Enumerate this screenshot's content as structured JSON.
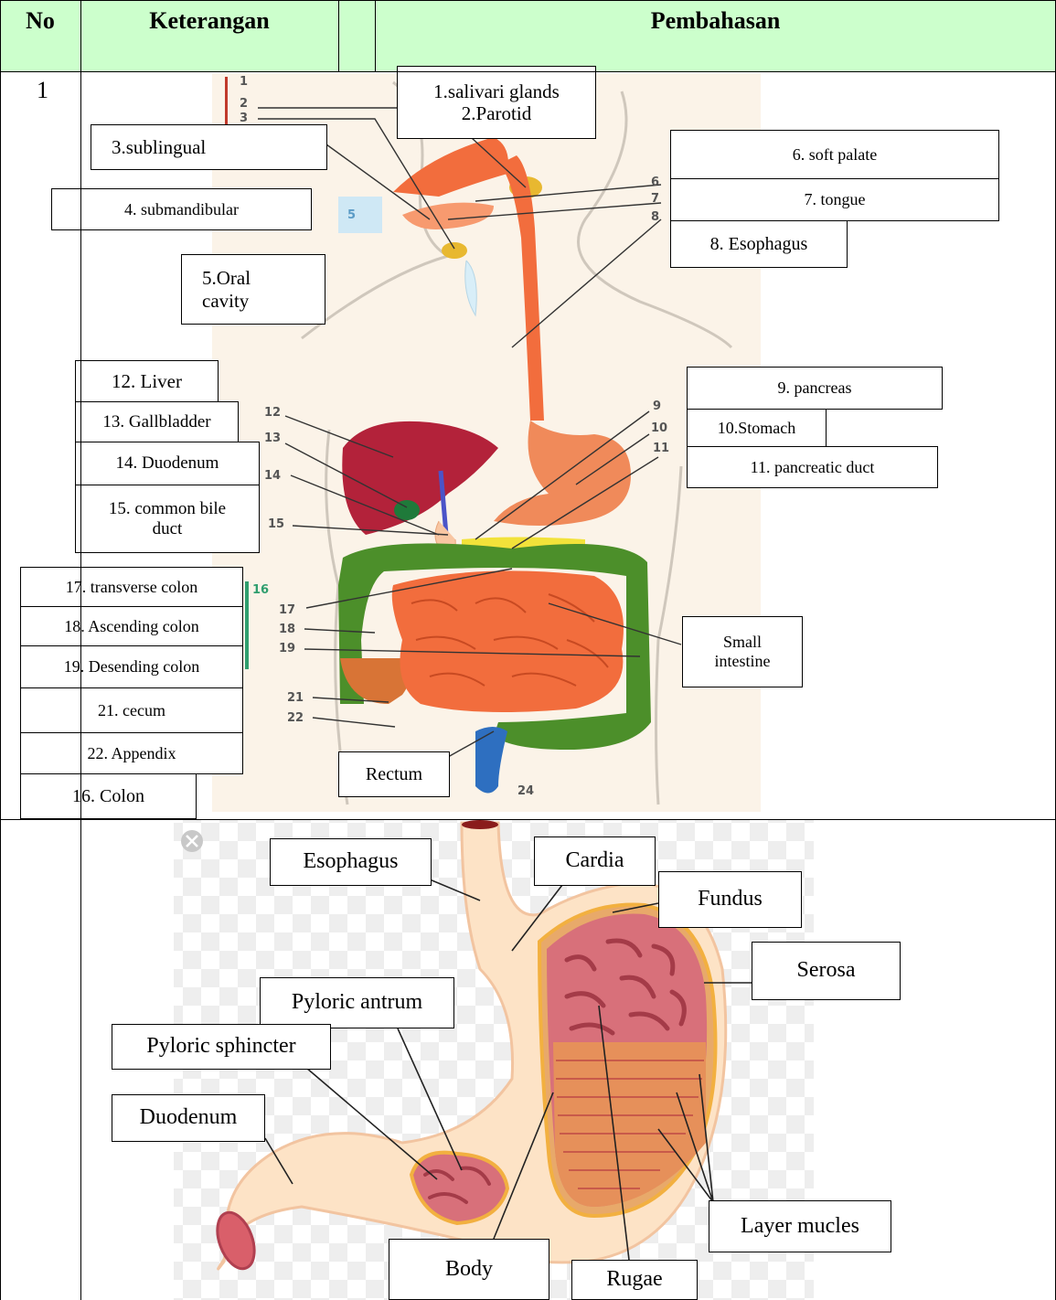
{
  "table": {
    "headers": {
      "no": "No",
      "keterangan": "Keterangan",
      "pembahasan": "Pembahasan"
    },
    "row_number": "1"
  },
  "figure1": {
    "labels": {
      "salivary": "1.salivari glands\n2.Parotid",
      "sublingual": "3.sublingual",
      "submandibular": "4. submandibular",
      "oral_cavity": "5.Oral\ncavity",
      "soft_palate": "6. soft palate",
      "tongue": "7. tongue",
      "esophagus": "8. Esophagus",
      "pancreas": "9. pancreas",
      "stomach": "10.Stomach",
      "pancreatic_duct": "11. pancreatic duct",
      "liver": "12. Liver",
      "gallbladder": "13. Gallbladder",
      "duodenum": "14. Duodenum",
      "common_bile_duct": "15. common bile\nduct",
      "colon": "16. Colon",
      "transverse_colon": "17. transverse colon",
      "ascending_colon": "18. Ascending colon",
      "desending_colon": "19. Desending colon",
      "cecum": "21. cecum",
      "appendix": "22. Appendix",
      "small_intestine": "Small\nintestine",
      "rectum": "Rectum"
    },
    "numbers": [
      "1",
      "2",
      "3",
      "5",
      "6",
      "7",
      "8",
      "9",
      "10",
      "11",
      "12",
      "13",
      "14",
      "15",
      "16",
      "17",
      "18",
      "19",
      "21",
      "22",
      "24"
    ]
  },
  "figure2": {
    "labels": {
      "esophagus": "Esophagus",
      "cardia": "Cardia",
      "fundus": "Fundus",
      "serosa": "Serosa",
      "pyloric_antrum": "Pyloric antrum",
      "pyloric_sphincter": "Pyloric sphincter",
      "duodenum": "Duodenum",
      "body": "Body",
      "rugae": "Rugae",
      "layer_mucles": "Layer mucles"
    }
  }
}
